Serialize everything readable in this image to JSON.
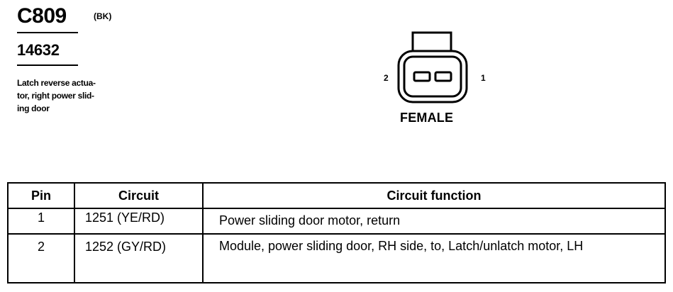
{
  "connector": {
    "id": "C809",
    "color": "(BK)",
    "part_number": "14632",
    "description_lines": [
      "Latch reverse actua-",
      "tor, right power slid-",
      "ing door"
    ],
    "pin_left_label": "2",
    "pin_right_label": "1",
    "gender": "FEMALE"
  },
  "pin_table": {
    "headers": [
      "Pin",
      "Circuit",
      "Circuit function"
    ],
    "rows": [
      {
        "pin": "1",
        "circuit": "1251 (YE/RD)",
        "function": "Power sliding door motor, return"
      },
      {
        "pin": "2",
        "circuit": "1252 (GY/RD)",
        "function": "Module, power sliding door, RH side, to, Latch/unlatch motor, LH"
      }
    ]
  }
}
